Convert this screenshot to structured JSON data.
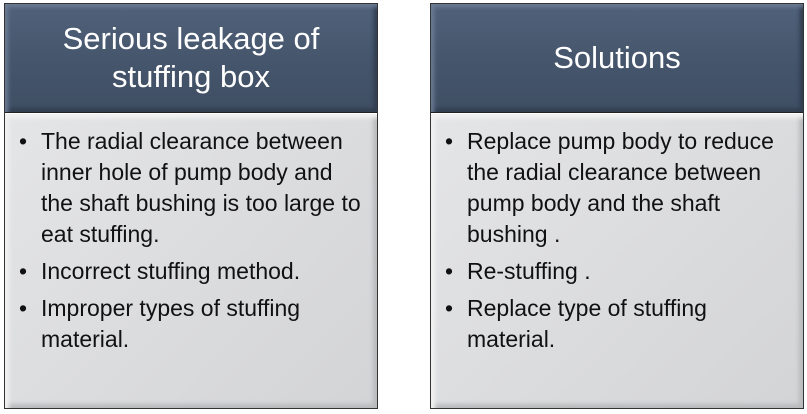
{
  "problem": {
    "title": "Serious leakage of stuffing box",
    "items": [
      "The radial clearance between inner hole of pump body and the shaft bushing is too large to eat stuffing.",
      "Incorrect stuffing method.",
      "Improper types of stuffing material."
    ]
  },
  "solutions": {
    "title": "Solutions",
    "items": [
      "Replace pump body to reduce the radial clearance between pump body and the shaft bushing .",
      "Re-stuffing .",
      "Replace type of stuffing material."
    ]
  },
  "colors": {
    "header": "#44546a",
    "body": "#dcdddf"
  }
}
